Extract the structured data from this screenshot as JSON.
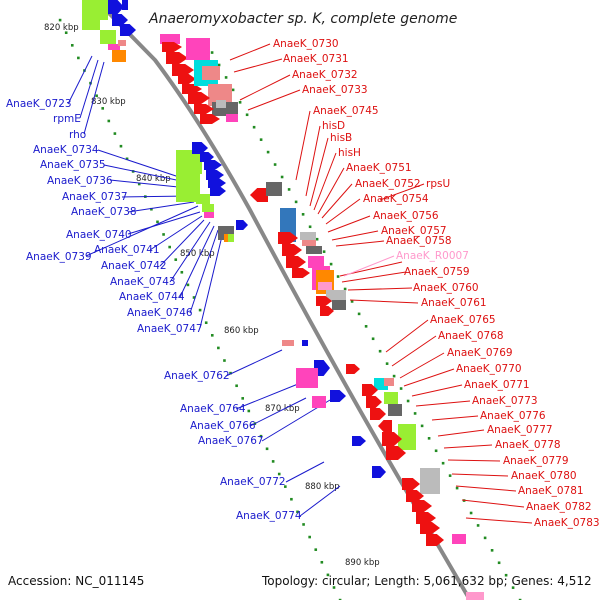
{
  "title": "Anaeromyxobacter sp. K, complete genome",
  "footer": {
    "accession": "Accession: NC_011145",
    "summary": "Topology: circular; Length: 5,061,632 bp; Genes: 4,512"
  },
  "colors": {
    "backbone": "#888888",
    "left_labels": "#1a1acc",
    "right_labels": "#dd1111",
    "rna_label": "#ff99cc",
    "tick_dots": "#228b22",
    "gene_palette": [
      "#ee1111",
      "#1111dd",
      "#ff44bb",
      "#99ee33",
      "#00dddd",
      "#ff8800",
      "#ee8888",
      "#666666",
      "#bbbbbb",
      "#3377bb",
      "#ff99cc"
    ]
  },
  "scale_labels": [
    "820 kbp",
    "830 kbp",
    "840 kbp",
    "850 kbp",
    "860 kbp",
    "870 kbp",
    "880 kbp",
    "890 kbp"
  ],
  "left_labels": [
    "AnaeK_0723",
    "rpmE",
    "rho",
    "AnaeK_0734",
    "AnaeK_0735",
    "AnaeK_0736",
    "AnaeK_0737",
    "AnaeK_0738",
    "AnaeK_0740",
    "AnaeK_0739",
    "AnaeK_0741",
    "AnaeK_0742",
    "AnaeK_0743",
    "AnaeK_0744",
    "AnaeK_0746",
    "AnaeK_0747",
    "AnaeK_0762",
    "AnaeK_0764",
    "AnaeK_0766",
    "AnaeK_0767",
    "AnaeK_0772",
    "AnaeK_0774"
  ],
  "right_labels": [
    "AnaeK_0730",
    "AnaeK_0731",
    "AnaeK_0732",
    "AnaeK_0733",
    "AnaeK_0745",
    "hisD",
    "hisB",
    "hisH",
    "AnaeK_0751",
    "AnaeK_0752",
    "rpsU",
    "AnaeK_0754",
    "AnaeK_0756",
    "AnaeK_0757",
    "AnaeK_0758",
    "AnaeK_R0007",
    "AnaeK_0759",
    "AnaeK_0760",
    "AnaeK_0761",
    "AnaeK_0765",
    "AnaeK_0768",
    "AnaeK_0769",
    "AnaeK_0770",
    "AnaeK_0771",
    "AnaeK_0773",
    "AnaeK_0776",
    "AnaeK_0777",
    "AnaeK_0778",
    "AnaeK_0779",
    "AnaeK_0780",
    "AnaeK_0781",
    "AnaeK_0782",
    "AnaeK_0783"
  ]
}
